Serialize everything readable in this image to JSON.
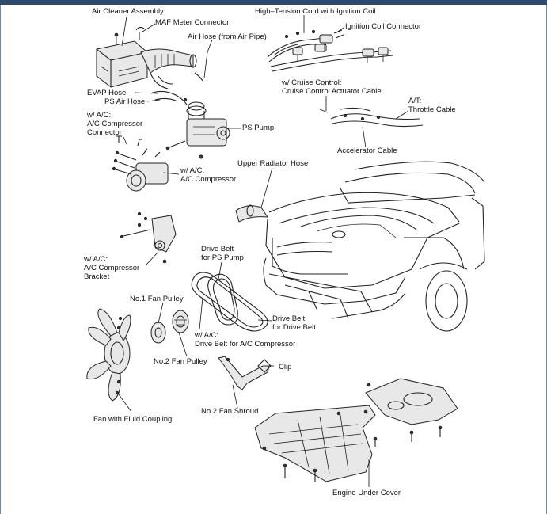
{
  "labels": {
    "air_cleaner_assembly": "Air Cleaner Assembly",
    "maf_meter_connector": "MAF Meter Connector",
    "air_hose": "Air Hose (from Air Pipe)",
    "high_tension_cord": "High–Tension Cord with Ignition Coil",
    "ignition_coil_connector": "Ignition Coil Connector",
    "cruise_control_1": "w/ Cruise Control:",
    "cruise_control_2": "Cruise Control Actuator Cable",
    "at_1": "A/T:",
    "at_2": "Throttle Cable",
    "evap_hose": "EVAP Hose",
    "ps_air_hose": "PS Air Hose",
    "ac_connector_1": "w/ A/C:",
    "ac_connector_2": "A/C Compressor",
    "ac_connector_3": "Connector",
    "ps_pump": "PS Pump",
    "accelerator_cable": "Accelerator Cable",
    "upper_radiator_hose": "Upper Radiator Hose",
    "ac_compressor_1": "w/ A/C:",
    "ac_compressor_2": "A/C Compressor",
    "ac_bracket_1": "w/ A/C:",
    "ac_bracket_2": "A/C Compressor",
    "ac_bracket_3": "Bracket",
    "drive_belt_ps_1": "Drive Belt",
    "drive_belt_ps_2": "for PS Pump",
    "no1_fan_pulley": "No.1 Fan Pulley",
    "drive_belt_drive_1": "Drive Belt",
    "drive_belt_drive_2": "for Drive Belt",
    "drive_belt_ac_1": "w/ A/C:",
    "drive_belt_ac_2": "Drive Belt for A/C Compressor",
    "no2_fan_pulley": "No.2 Fan Pulley",
    "clip": "Clip",
    "no2_fan_shroud": "No.2 Fan Shroud",
    "fan_fluid_coupling": "Fan with Fluid Coupling",
    "engine_under_cover": "Engine Under Cover"
  }
}
